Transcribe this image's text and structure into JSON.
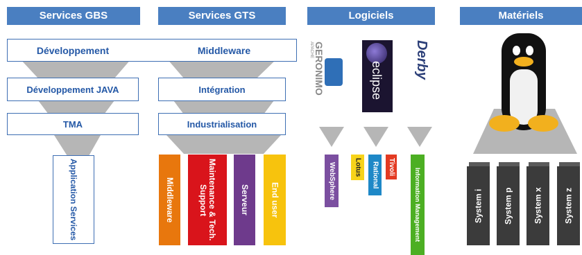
{
  "headers": {
    "gbs": "Services GBS",
    "gts": "Services GTS",
    "logiciels": "Logiciels",
    "materiels": "Matériels"
  },
  "gbs_layers": [
    "Développement",
    "Développement JAVA",
    "TMA"
  ],
  "gts_layers": [
    "Middleware",
    "Intégration",
    "Industrialisation"
  ],
  "gbs_output": "Application Services",
  "gts_outputs": [
    {
      "label": "Middleware",
      "color": "#e8770d"
    },
    {
      "label": "Maintenance & Tech. Support",
      "color": "#d9141b"
    },
    {
      "label": "Serveur",
      "color": "#6e3a8c"
    },
    {
      "label": "End user",
      "color": "#f7c30d"
    }
  ],
  "logos": {
    "geronimo": "GERONIMO",
    "geronimo_small": "APACHE",
    "eclipse": "eclipse",
    "derby": "Derby"
  },
  "software": [
    {
      "label": "WebSphere",
      "color": "#7b4fa0"
    },
    {
      "label": "Lotus",
      "color": "#f7d31a",
      "text_color": "#222222"
    },
    {
      "label": "Rational",
      "color": "#1e88c7"
    },
    {
      "label": "Tivoli",
      "color": "#e33a22"
    },
    {
      "label": "Information Management",
      "color": "#4caf23"
    }
  ],
  "systems": [
    "System i",
    "System p",
    "System x",
    "System z"
  ],
  "colors": {
    "accent": "#4a7fc1",
    "funnel_gray": "#b6b6b6",
    "server_dark": "#3b3b3b"
  }
}
